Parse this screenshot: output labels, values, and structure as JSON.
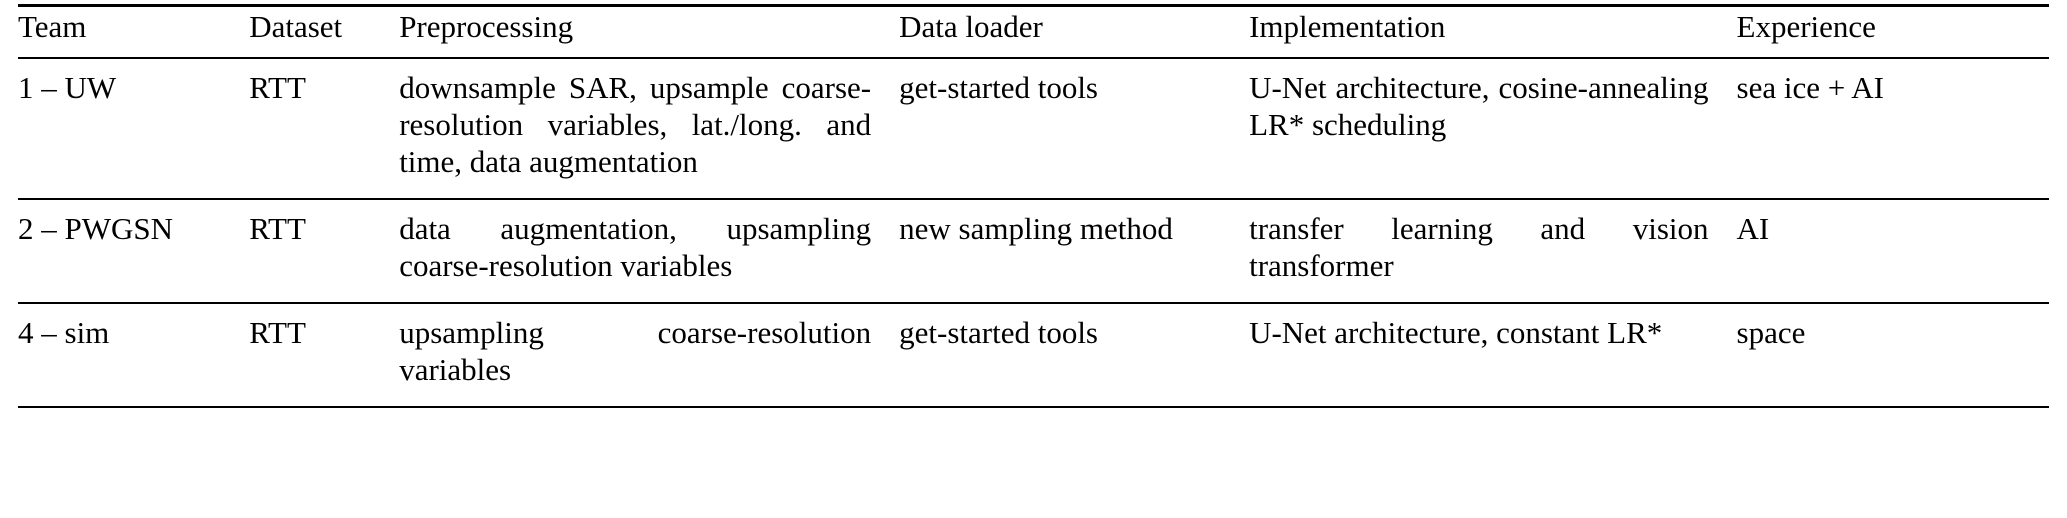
{
  "table": {
    "caption": "",
    "columns": [
      {
        "key": "team",
        "label": "Team"
      },
      {
        "key": "dataset",
        "label": "Dataset"
      },
      {
        "key": "preprocessing",
        "label": "Preprocessing"
      },
      {
        "key": "data_loader",
        "label": "Data loader"
      },
      {
        "key": "implementation",
        "label": "Implementation"
      },
      {
        "key": "experience",
        "label": "Experience"
      }
    ],
    "rows": [
      {
        "team": "1 – UW",
        "dataset": "RTT",
        "preprocessing": "downsample SAR, upsample coarse-resolution variables, lat./long. and time, data augmentation",
        "data_loader": "get-started tools",
        "implementation": "U-Net architecture, cosine-annealing LR* scheduling",
        "experience": "sea ice + AI"
      },
      {
        "team": "2 – PWGSN",
        "dataset": "RTT",
        "preprocessing": "data augmentation, upsampling coarse-resolution variables",
        "data_loader": "new sampling method",
        "implementation": "transfer learning and vision transformer",
        "experience": "AI"
      },
      {
        "team": "4 – sim",
        "dataset": "RTT",
        "preprocessing": "upsampling coarse-resolution variables",
        "data_loader": "get-started tools",
        "implementation": "U-Net architecture, constant LR*",
        "experience": "space"
      }
    ]
  },
  "style": {
    "text_color": "#000000",
    "background_color": "#ffffff",
    "rule_color": "#000000"
  }
}
